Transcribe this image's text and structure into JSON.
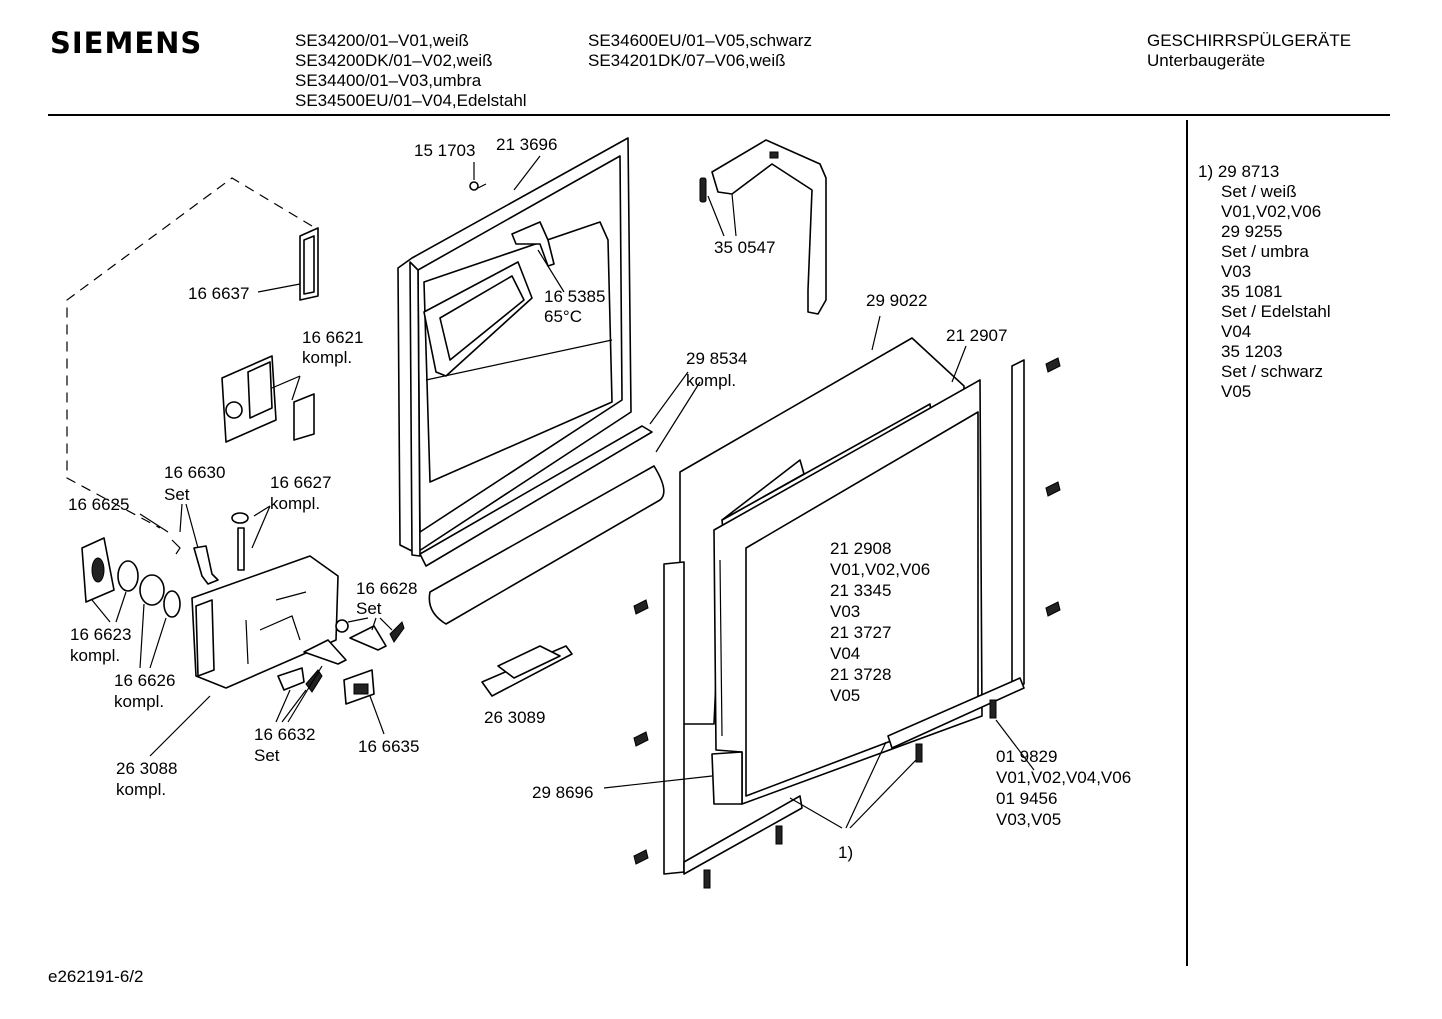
{
  "header": {
    "brand": "SIEMENS",
    "models_col1": [
      "SE34200/01–V01,weiß",
      "SE34200DK/01–V02,weiß",
      "SE34400/01–V03,umbra",
      "SE34500EU/01–V04,Edelstahl"
    ],
    "models_col2": [
      "SE34600EU/01–V05,schwarz",
      "SE34201DK/07–V06,weiß"
    ],
    "category": [
      "GESCHIRRSPÜLGERÄTE",
      "Unterbaugeräte"
    ]
  },
  "footnote": {
    "head": "1) 29 8713",
    "rows": [
      "Set / weiß",
      "V01,V02,V06",
      "29 9255",
      "Set / umbra",
      "V03",
      "35 1081",
      "Set / Edelstahl",
      "V04",
      "35 1203",
      "Set / schwarz",
      "V05"
    ]
  },
  "labels": {
    "p151703": "15 1703",
    "p213696": "21 3696",
    "p350547": "35 0547",
    "p166637": "16 6637",
    "p165385": "16 5385",
    "t65c": "65°C",
    "p166621": "16 6621",
    "p166621_k": "kompl.",
    "p299022": "29 9022",
    "p212907": "21 2907",
    "p298534": "29 8534",
    "p298534_k": "kompl.",
    "p166630": "16 6630",
    "p166630_s": "Set",
    "p166627": "16 6627",
    "p166627_k": "kompl.",
    "p166625": "16 6625",
    "p166628": "16 6628",
    "p166628_s": "Set",
    "p166623": "16 6623",
    "p166623_k": "kompl.",
    "p166626": "16 6626",
    "p166626_k": "kompl.",
    "p166632": "16 6632",
    "p166632_s": "Set",
    "p166635": "16 6635",
    "p263089": "26 3089",
    "p263088": "26 3088",
    "p263088_k": "kompl.",
    "p298696": "29 8696",
    "panel": [
      "21 2908",
      "V01,V02,V06",
      "21 3345",
      "V03",
      "21 3727",
      "V04",
      "21 3728",
      "V05"
    ],
    "screws": [
      "01 9829",
      "V01,V02,V04,V06",
      "01 9456",
      "V03,V05"
    ],
    "ref1": "1)"
  },
  "footer": {
    "code": "e262191-6/2"
  }
}
